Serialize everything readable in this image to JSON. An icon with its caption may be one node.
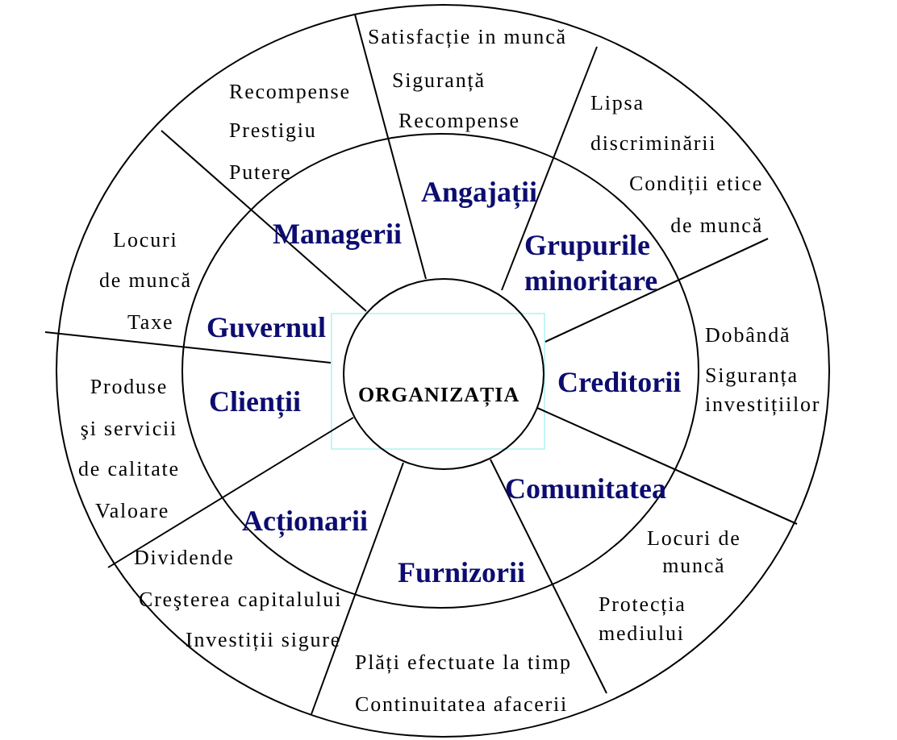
{
  "diagram": {
    "nodes": [
      {
        "text": [
          "ORGANIZAȚIA"
        ]
      },
      {
        "text": [
          "Angajații"
        ]
      },
      {
        "text": [
          "Satisfacție in muncă",
          "Siguranță",
          "Recompense"
        ]
      },
      {
        "text": [
          "Grupurile minoritare"
        ]
      },
      {
        "text": [
          "Lipsa discriminării",
          "Condiții etice de muncă"
        ]
      },
      {
        "text": [
          "Creditorii"
        ]
      },
      {
        "text": [
          "Dobândă",
          "Siguranța investițiilor"
        ]
      },
      {
        "text": [
          "Comunitatea"
        ]
      },
      {
        "text": [
          "Locuri de muncă",
          "Protecția mediului"
        ]
      },
      {
        "text": [
          "Furnizorii"
        ]
      },
      {
        "text": [
          "Plăți efectuate la timp",
          "Continuitatea afacerii"
        ]
      },
      {
        "text": [
          "Acționarii"
        ]
      },
      {
        "text": [
          "Dividende",
          "Creşterea capitalului",
          "Investiții sigure"
        ]
      },
      {
        "text": [
          "Clienții"
        ]
      },
      {
        "text": [
          "Produse şi servicii de calitate",
          "Valoare"
        ]
      },
      {
        "text": [
          "Guvernul"
        ]
      },
      {
        "text": [
          "Locuri de muncă",
          "Taxe"
        ]
      },
      {
        "text": [
          "Managerii"
        ]
      },
      {
        "text": [
          "Recompense",
          "Prestigiu",
          "Putere"
        ]
      }
    ]
  }
}
